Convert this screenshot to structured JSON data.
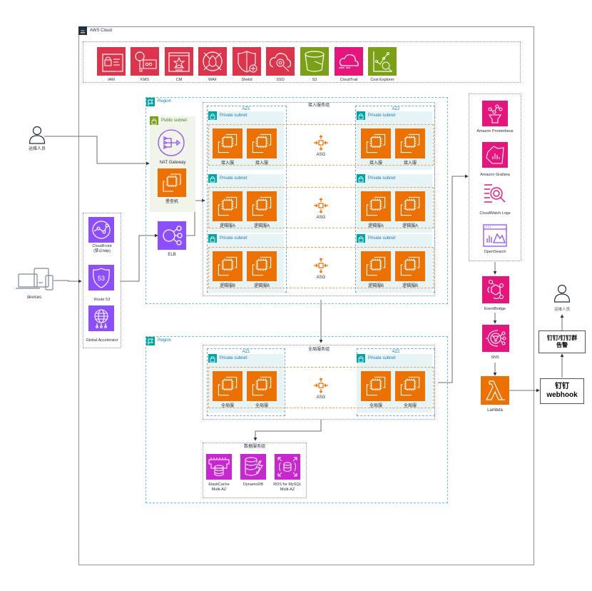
{
  "cloud": {
    "title": "AWS Cloud"
  },
  "top_services": [
    {
      "label": "IAM",
      "icon": "iam-icon",
      "color": "#dd344c"
    },
    {
      "label": "KMS",
      "icon": "kms-key-icon",
      "color": "#dd344c"
    },
    {
      "label": "CM",
      "icon": "certificate-manager-icon",
      "color": "#dd344c"
    },
    {
      "label": "WAF",
      "icon": "waf-firewall-icon",
      "color": "#dd344c"
    },
    {
      "label": "Sheild",
      "icon": "shield-icon",
      "color": "#dd344c"
    },
    {
      "label": "SSO",
      "icon": "sso-cloud-key-icon",
      "color": "#dd344c"
    },
    {
      "label": "S3",
      "icon": "s3-bucket-icon",
      "color": "#7aa116"
    },
    {
      "label": "CloudTrail",
      "icon": "cloudtrail-icon",
      "color": "#e7157b"
    },
    {
      "label": "Cost Explorer",
      "icon": "cost-explorer-icon",
      "color": "#7aa116"
    }
  ],
  "actors": {
    "ops_left": "运维人员",
    "devices": "devices",
    "ops_right": "运维人员"
  },
  "edge": [
    {
      "label": "CloudFront\n(禁止http)",
      "icon": "cloudfront-icon"
    },
    {
      "label": "Route 53",
      "icon": "route53-icon",
      "glyph": "53"
    },
    {
      "label": "Global Accelerator",
      "icon": "global-accelerator-icon"
    }
  ],
  "region1": {
    "label": "Region",
    "public_subnet": "Public subnet",
    "nat_gateway": "NAT Gateway",
    "bastion": "堡垒机",
    "elb": "ELB",
    "group_label": "接入服务组",
    "az1": "AZ1",
    "az2": "AZ2",
    "private_subnet": "Private subnet",
    "asg": "ASG",
    "rows": [
      {
        "server": "接入服"
      },
      {
        "server": "逻辑服A"
      },
      {
        "server": "逻辑服B"
      }
    ]
  },
  "region2": {
    "label": "Region",
    "group_label": "全局服务组",
    "az1": "AZ1",
    "az2": "AZ2",
    "private_subnet": "Private subnet",
    "asg": "ASG",
    "server": "全局服",
    "data_group": {
      "label": "数据服务组",
      "items": [
        {
          "label": "ElastiCache\nMulti-AZ",
          "icon": "elasticache-icon"
        },
        {
          "label": "DynamoDB",
          "icon": "dynamodb-icon"
        },
        {
          "label": "RDS for MySQL\nMulti-AZ",
          "icon": "rds-icon"
        }
      ]
    }
  },
  "monitoring": [
    {
      "label": "Amazon Prometheus",
      "icon": "prometheus-icon"
    },
    {
      "label": "Amazon Grafana",
      "icon": "grafana-icon"
    },
    {
      "label": "CloudWatch Logs",
      "icon": "cloudwatch-logs-icon"
    },
    {
      "label": "OpenSearch",
      "icon": "opensearch-icon"
    }
  ],
  "alerting": {
    "eventbridge": "EventBridge",
    "sns": "SNS",
    "lambda": "Lambda",
    "webhook_line1": "钉钉",
    "webhook_line2": "webhook",
    "alarm_line1": "钉钉/钉钉群",
    "alarm_line2": "告警"
  },
  "colors": {
    "security": "#dd344c",
    "storage": "#7aa116",
    "management": "#e7157b",
    "networking": "#8c4fff",
    "compute": "#ed7100",
    "database": "#c925d1",
    "region": "#00a4a6"
  }
}
